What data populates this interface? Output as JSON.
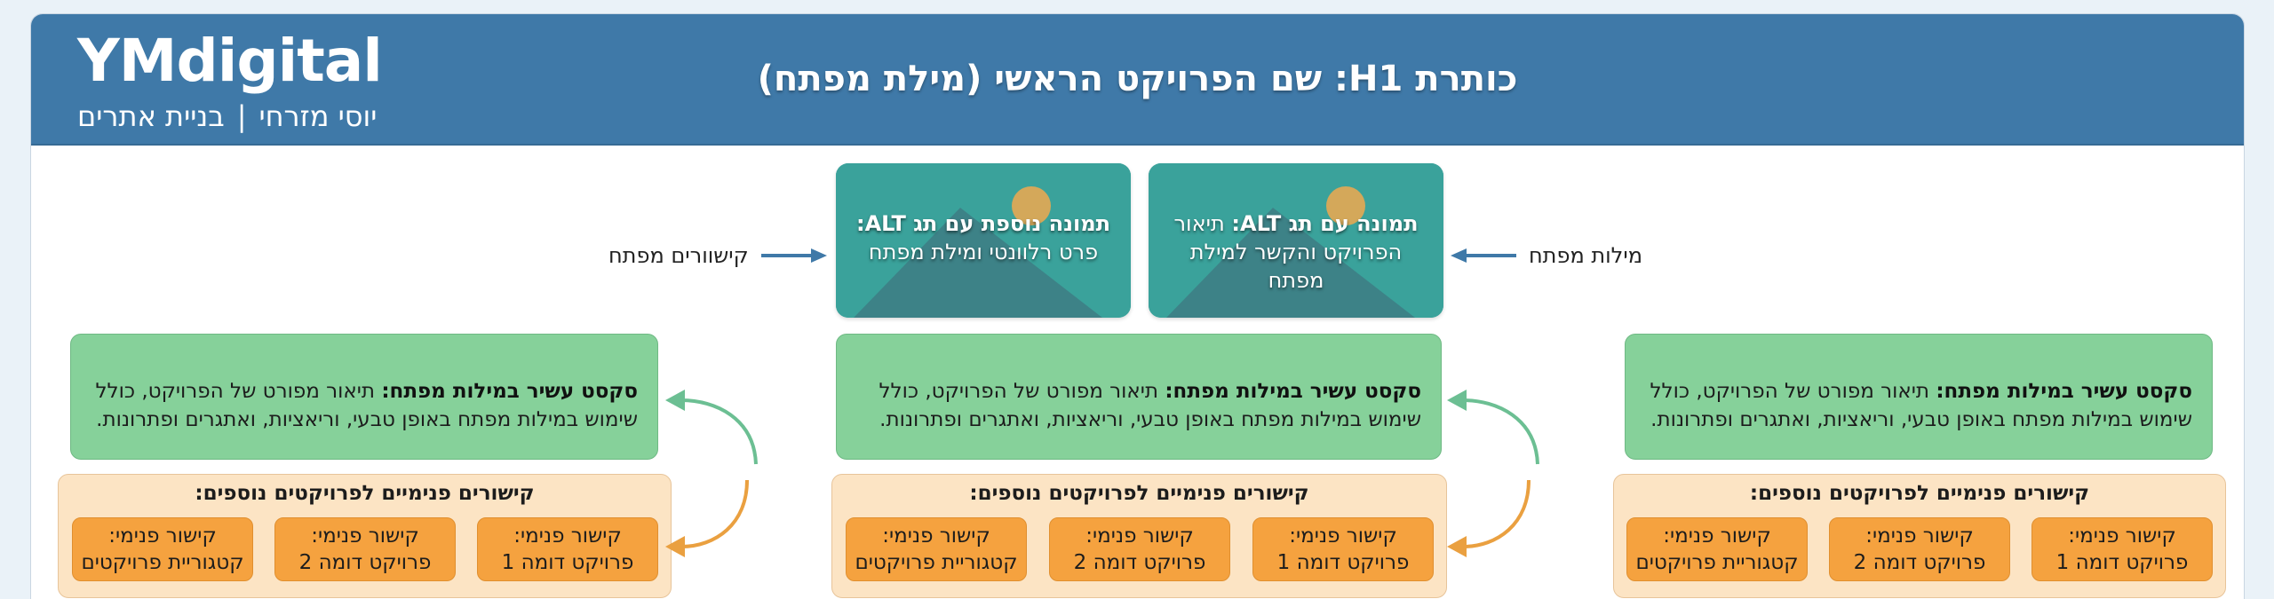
{
  "header": {
    "logo": "YMdigital",
    "tagline_name": "יוסי מזרחי",
    "tagline_separator": "|",
    "tagline_service": "בניית אתרים",
    "title": "כותרת H1: שם הפרויקט הראשי (מילת מפתח)",
    "background_color": "#3f79a8"
  },
  "images": [
    {
      "bold": "תמונה עם תג ALT:",
      "text": " תיאור הפרויקט והקשר למילת מפתח",
      "icon": "landscape-image-icon"
    },
    {
      "bold": "תמונה נוספת עם תג ALT:",
      "text": " פרט רלוונטי ומילת מפתח",
      "icon": "landscape-image-icon"
    }
  ],
  "side_labels": {
    "right": "מילות מפתח",
    "left": "קישוורים מפתח"
  },
  "columns": [
    {
      "text_bold": "סקסט עשיר במילות מפתח:",
      "text_body": " תיאור מפורט של הפרויקט, כולל שימוש במילות מפתח באופן טבעי, וריאציות, ואתגרים ופתרונות.",
      "links_title": "קישורים פנימיים לפרויקטים נוספים:",
      "links": [
        {
          "line1": "קישור פנימי:",
          "line2": "פרויקט דומה 1"
        },
        {
          "line1": "קישור פנימי:",
          "line2": "פרויקט דומה 2"
        },
        {
          "line1": "קישור פנימי:",
          "line2": "קטגוריית פרויקטים"
        }
      ]
    },
    {
      "text_bold": "סקסט עשיר במילות מפתח:",
      "text_body": " תיאור מפורט של הפרויקט, כולל שימוש במילות מפתח באופן טבעי, וריאציות, ואתגרים ופתרונות.",
      "links_title": "קישורים פנימיים לפרויקטים נוספים:",
      "links": [
        {
          "line1": "קישור פנימי:",
          "line2": "פרויקט דומה 1"
        },
        {
          "line1": "קישור פנימי:",
          "line2": "פרויקט דומה 2"
        },
        {
          "line1": "קישור פנימי:",
          "line2": "קטגוריית פרויקטים"
        }
      ]
    },
    {
      "text_bold": "סקסט עשיר במילות מפתח:",
      "text_body": " תיאור מפורט של הפרויקט, כולל שימוש במילות מפתח באופן טבעי, וריאציות, ואתגרים ופתרונות.",
      "links_title": "קישורים פנימיים לפרויקטים נוספים:",
      "links": [
        {
          "line1": "קישור פנימי:",
          "line2": "פרויקט דומה 1"
        },
        {
          "line1": "קישור פנימי:",
          "line2": "פרויקט דומה 2"
        },
        {
          "line1": "קישור פנימי:",
          "line2": "קטגוריית פרויקטים"
        }
      ]
    }
  ],
  "colors": {
    "teal": "#3aa29b",
    "green": "#86d19a",
    "orange_light": "#fce4c4",
    "orange": "#f5a23f",
    "arrow_blue": "#3f79a8",
    "arrow_green": "#6cbf93",
    "arrow_orange": "#eaa040"
  }
}
